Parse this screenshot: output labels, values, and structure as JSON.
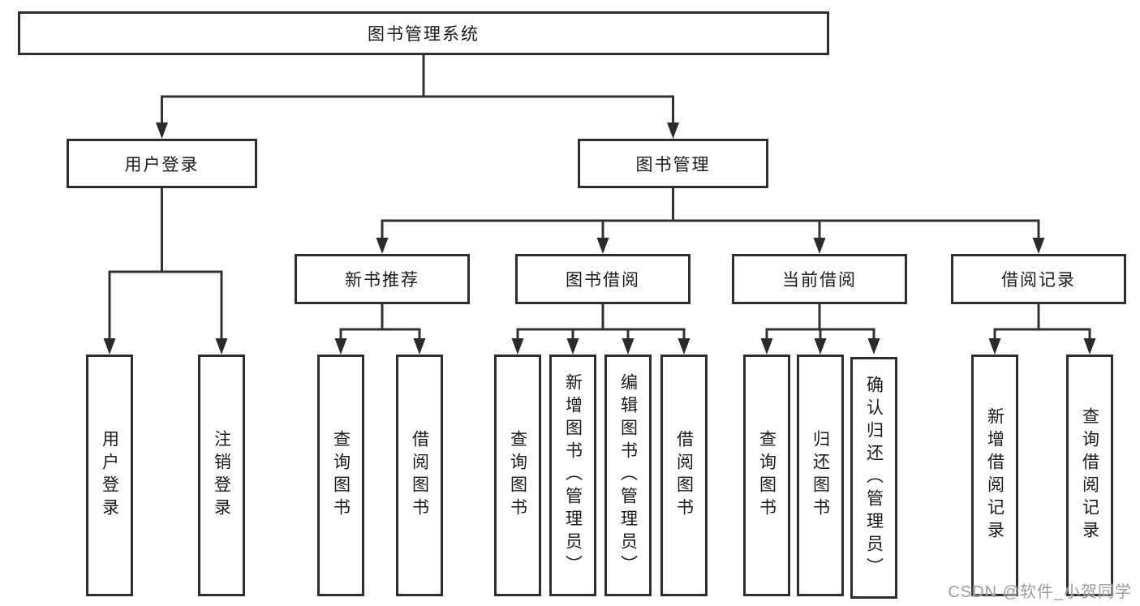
{
  "diagram": {
    "type": "hierarchy-tree",
    "title": "图书管理系统",
    "nodes": {
      "root": "图书管理系统",
      "user_login_branch": "用户登录",
      "book_management": "图书管理",
      "leaf_user_login": "用户登录",
      "leaf_logout": "注销登录",
      "new_book_recommend": "新书推荐",
      "book_borrowing": "图书借阅",
      "current_borrowing": "当前借阅",
      "borrowing_records": "借阅记录",
      "nbr_query_books": "查询图书",
      "nbr_borrow_books": "借阅图书",
      "bb_query_books": "查询图书",
      "bb_add_books": "新增图书（管理员）",
      "bb_edit_books": "编辑图书（管理员）",
      "bb_borrow_books": "借阅图书",
      "cb_query_books": "查询图书",
      "cb_return_books": "归还图书",
      "cb_confirm_return": "确认归还（管理员）",
      "br_add_record": "新增借阅记录",
      "br_query_record": "查询借阅记录"
    },
    "hierarchy": {
      "图书管理系统": {
        "用户登录": [
          "用户登录",
          "注销登录"
        ],
        "图书管理": {
          "新书推荐": [
            "查询图书",
            "借阅图书"
          ],
          "图书借阅": [
            "查询图书",
            "新增图书（管理员）",
            "编辑图书（管理员）",
            "借阅图书"
          ],
          "当前借阅": [
            "查询图书",
            "归还图书",
            "确认归还（管理员）"
          ],
          "借阅记录": [
            "新增借阅记录",
            "查询借阅记录"
          ]
        }
      }
    },
    "colors": {
      "line": "#323232",
      "box_border": "#2e2e2e",
      "text": "#1a1a1a",
      "background": "#ffffff",
      "watermark": "#949494"
    }
  },
  "watermark": "CSDN @软件_小贺同学"
}
